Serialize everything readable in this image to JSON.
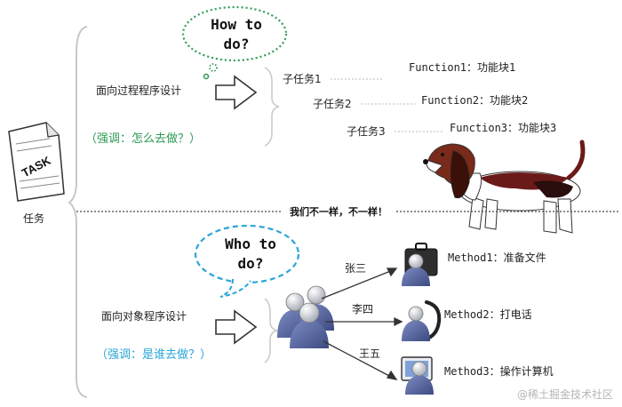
{
  "top_bubble": {
    "line1": "How to",
    "line2": "do?"
  },
  "bottom_bubble": {
    "line1": "Who to",
    "line2": "do?"
  },
  "procedural": {
    "label": "面向过程程序设计",
    "emphasis": "（强调：怎么去做？）",
    "subtasks": [
      {
        "task": "子任务1",
        "function": "Function1：功能块1"
      },
      {
        "task": "子任务2",
        "function": "Function2：功能块2"
      },
      {
        "task": "子任务3",
        "function": "Function3：功能块3"
      }
    ]
  },
  "task": {
    "icon_text": "TASK",
    "label": "任务"
  },
  "divider_text": "我们不一样，不一样！",
  "object_oriented": {
    "label": "面向对象程序设计",
    "emphasis": "（强调：是谁去做？）",
    "people": [
      {
        "name": "张三",
        "method": "Method1：准备文件"
      },
      {
        "name": "李四",
        "method": "Method2：打电话"
      },
      {
        "name": "王五",
        "method": "Method3：操作计算机"
      }
    ]
  },
  "watermark": "@稀土掘金技术社区",
  "colors": {
    "bubble_top": "#2e9a54",
    "bubble_bottom": "#29a6d6",
    "emphasis_top": "#2e9a54",
    "emphasis_bottom": "#29a6d6",
    "person": "#4c5c93"
  }
}
